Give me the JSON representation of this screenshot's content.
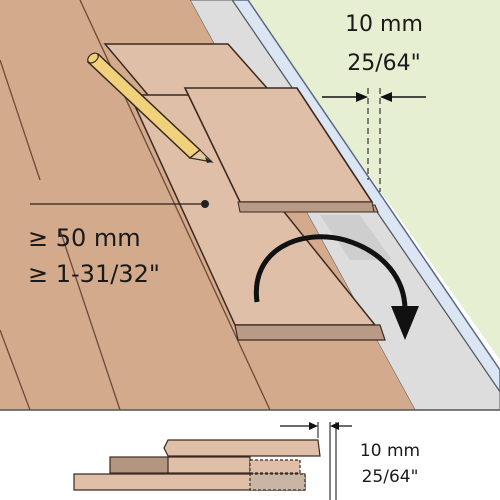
{
  "top_gap": {
    "mm": "10 mm",
    "inch": "25/64\""
  },
  "offset": {
    "mm": "≥ 50 mm",
    "inch": "≥ 1-31/32\""
  },
  "bottom_gap": {
    "mm": "10 mm",
    "inch": "25/64\""
  },
  "colors": {
    "floor": "#d3aa8c",
    "board": "#dfbfa8",
    "board_dark": "#b89a86",
    "wall": "#e6efd1",
    "wall_trim": "#dbe5f3",
    "skirting_gray": "#d9d9d9",
    "pencil": "#f0d27c"
  }
}
